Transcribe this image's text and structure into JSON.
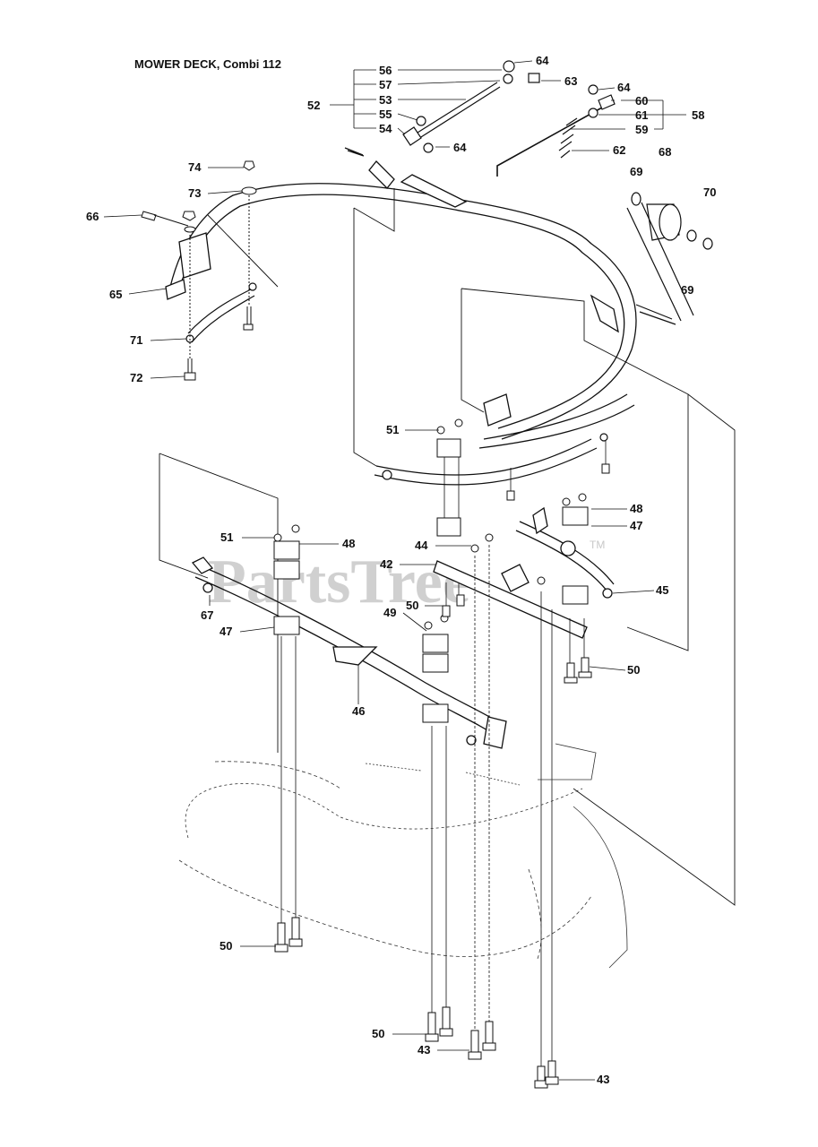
{
  "diagram": {
    "title": "MOWER DECK, Combi 112",
    "watermark": "PartsTree",
    "watermark_mark": "TM",
    "labels": [
      {
        "id": "56",
        "text": "56"
      },
      {
        "id": "57",
        "text": "57"
      },
      {
        "id": "53",
        "text": "53"
      },
      {
        "id": "55",
        "text": "55"
      },
      {
        "id": "54",
        "text": "54"
      },
      {
        "id": "52",
        "text": "52"
      },
      {
        "id": "64a",
        "text": "64"
      },
      {
        "id": "63",
        "text": "63"
      },
      {
        "id": "64b",
        "text": "64"
      },
      {
        "id": "64c",
        "text": "64"
      },
      {
        "id": "60",
        "text": "60"
      },
      {
        "id": "61",
        "text": "61"
      },
      {
        "id": "59",
        "text": "59"
      },
      {
        "id": "58",
        "text": "58"
      },
      {
        "id": "62",
        "text": "62"
      },
      {
        "id": "68",
        "text": "68"
      },
      {
        "id": "69a",
        "text": "69"
      },
      {
        "id": "70",
        "text": "70"
      },
      {
        "id": "69b",
        "text": "69"
      },
      {
        "id": "74",
        "text": "74"
      },
      {
        "id": "73",
        "text": "73"
      },
      {
        "id": "66",
        "text": "66"
      },
      {
        "id": "65",
        "text": "65"
      },
      {
        "id": "71",
        "text": "71"
      },
      {
        "id": "72",
        "text": "72"
      },
      {
        "id": "51a",
        "text": "51"
      },
      {
        "id": "48a",
        "text": "48"
      },
      {
        "id": "47a",
        "text": "47"
      },
      {
        "id": "51b",
        "text": "51"
      },
      {
        "id": "48b",
        "text": "48"
      },
      {
        "id": "44",
        "text": "44"
      },
      {
        "id": "42",
        "text": "42"
      },
      {
        "id": "45",
        "text": "45"
      },
      {
        "id": "67",
        "text": "67"
      },
      {
        "id": "50a",
        "text": "50"
      },
      {
        "id": "49",
        "text": "49"
      },
      {
        "id": "47b",
        "text": "47"
      },
      {
        "id": "46",
        "text": "46"
      },
      {
        "id": "50b",
        "text": "50"
      },
      {
        "id": "50c",
        "text": "50"
      },
      {
        "id": "50d",
        "text": "50"
      },
      {
        "id": "43a",
        "text": "43"
      },
      {
        "id": "43b",
        "text": "43"
      }
    ]
  }
}
